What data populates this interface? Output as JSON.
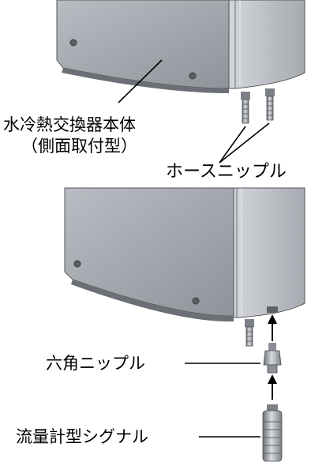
{
  "labels": {
    "unit_line1": "水冷熱交換器本体",
    "unit_line2": "（側面取付型）",
    "hose_nipple": "ホースニップル",
    "hex_nipple": "六角ニップル",
    "flow_meter_signal": "流量計型シグナル"
  },
  "colors": {
    "housing": "#a9acb2",
    "housing_dark": "#7f838a",
    "side_panel": "#c4c7cc",
    "fitting": "#9a9ea4",
    "line": "#000000"
  }
}
